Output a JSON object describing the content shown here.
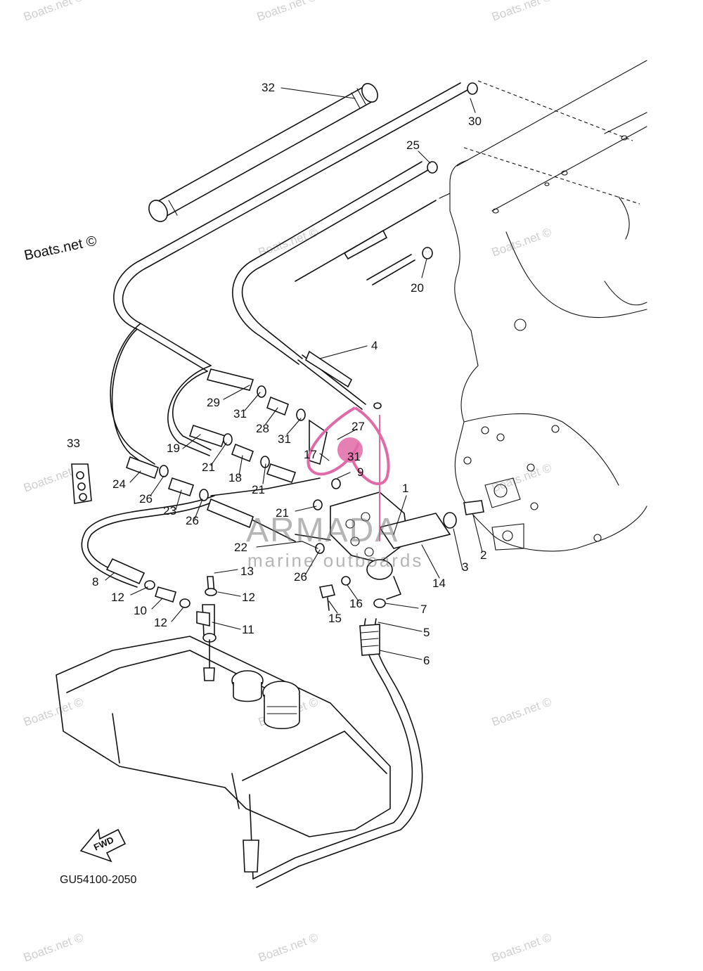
{
  "watermarks": {
    "text": "Boats.net ©",
    "color": "#cfcfcf"
  },
  "copyright": "Boats.net ©",
  "brand": {
    "name": "ARMADA",
    "tagline": "marine outboards",
    "logo_color": "#e06aa8"
  },
  "diagram_code": "GU54100-2050",
  "fwd_label": "FWD",
  "callouts": [
    "1",
    "2",
    "3",
    "4",
    "5",
    "6",
    "7",
    "8",
    "9",
    "10",
    "11",
    "12",
    "12",
    "12",
    "13",
    "14",
    "15",
    "16",
    "17",
    "18",
    "19",
    "20",
    "21",
    "21",
    "21",
    "22",
    "23",
    "24",
    "25",
    "26",
    "26",
    "26",
    "27",
    "28",
    "29",
    "30",
    "31",
    "31",
    "31",
    "32",
    "33"
  ]
}
